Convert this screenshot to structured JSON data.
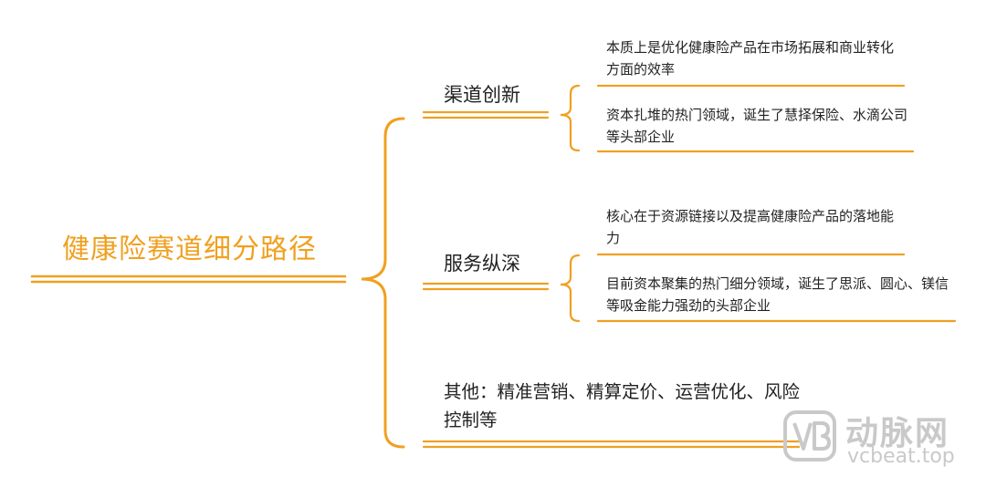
{
  "colors": {
    "accent": "#f0a020",
    "text": "#222222",
    "watermark": "#c9c9c9"
  },
  "root": {
    "label": "健康险赛道细分路径"
  },
  "branches": [
    {
      "label": "渠道创新",
      "leaves": [
        "本质上是优化健康险产品在市场拓展和商业转化方面的效率",
        "资本扎堆的热门领域，诞生了慧择保险、水滴公司等头部企业"
      ]
    },
    {
      "label": "服务纵深",
      "leaves": [
        "核心在于资源链接以及提高健康险产品的落地能力",
        "目前资本聚集的热门细分领域，诞生了思派、圆心、镁信等吸金能力强劲的头部企业"
      ]
    },
    {
      "label": "其他：精准营销、精算定价、运营优化、风险控制等",
      "leaves": []
    }
  ],
  "watermark": {
    "brand": "动脉网",
    "url": "vcbeat.top",
    "logo_icon": "vb-logo-icon"
  }
}
